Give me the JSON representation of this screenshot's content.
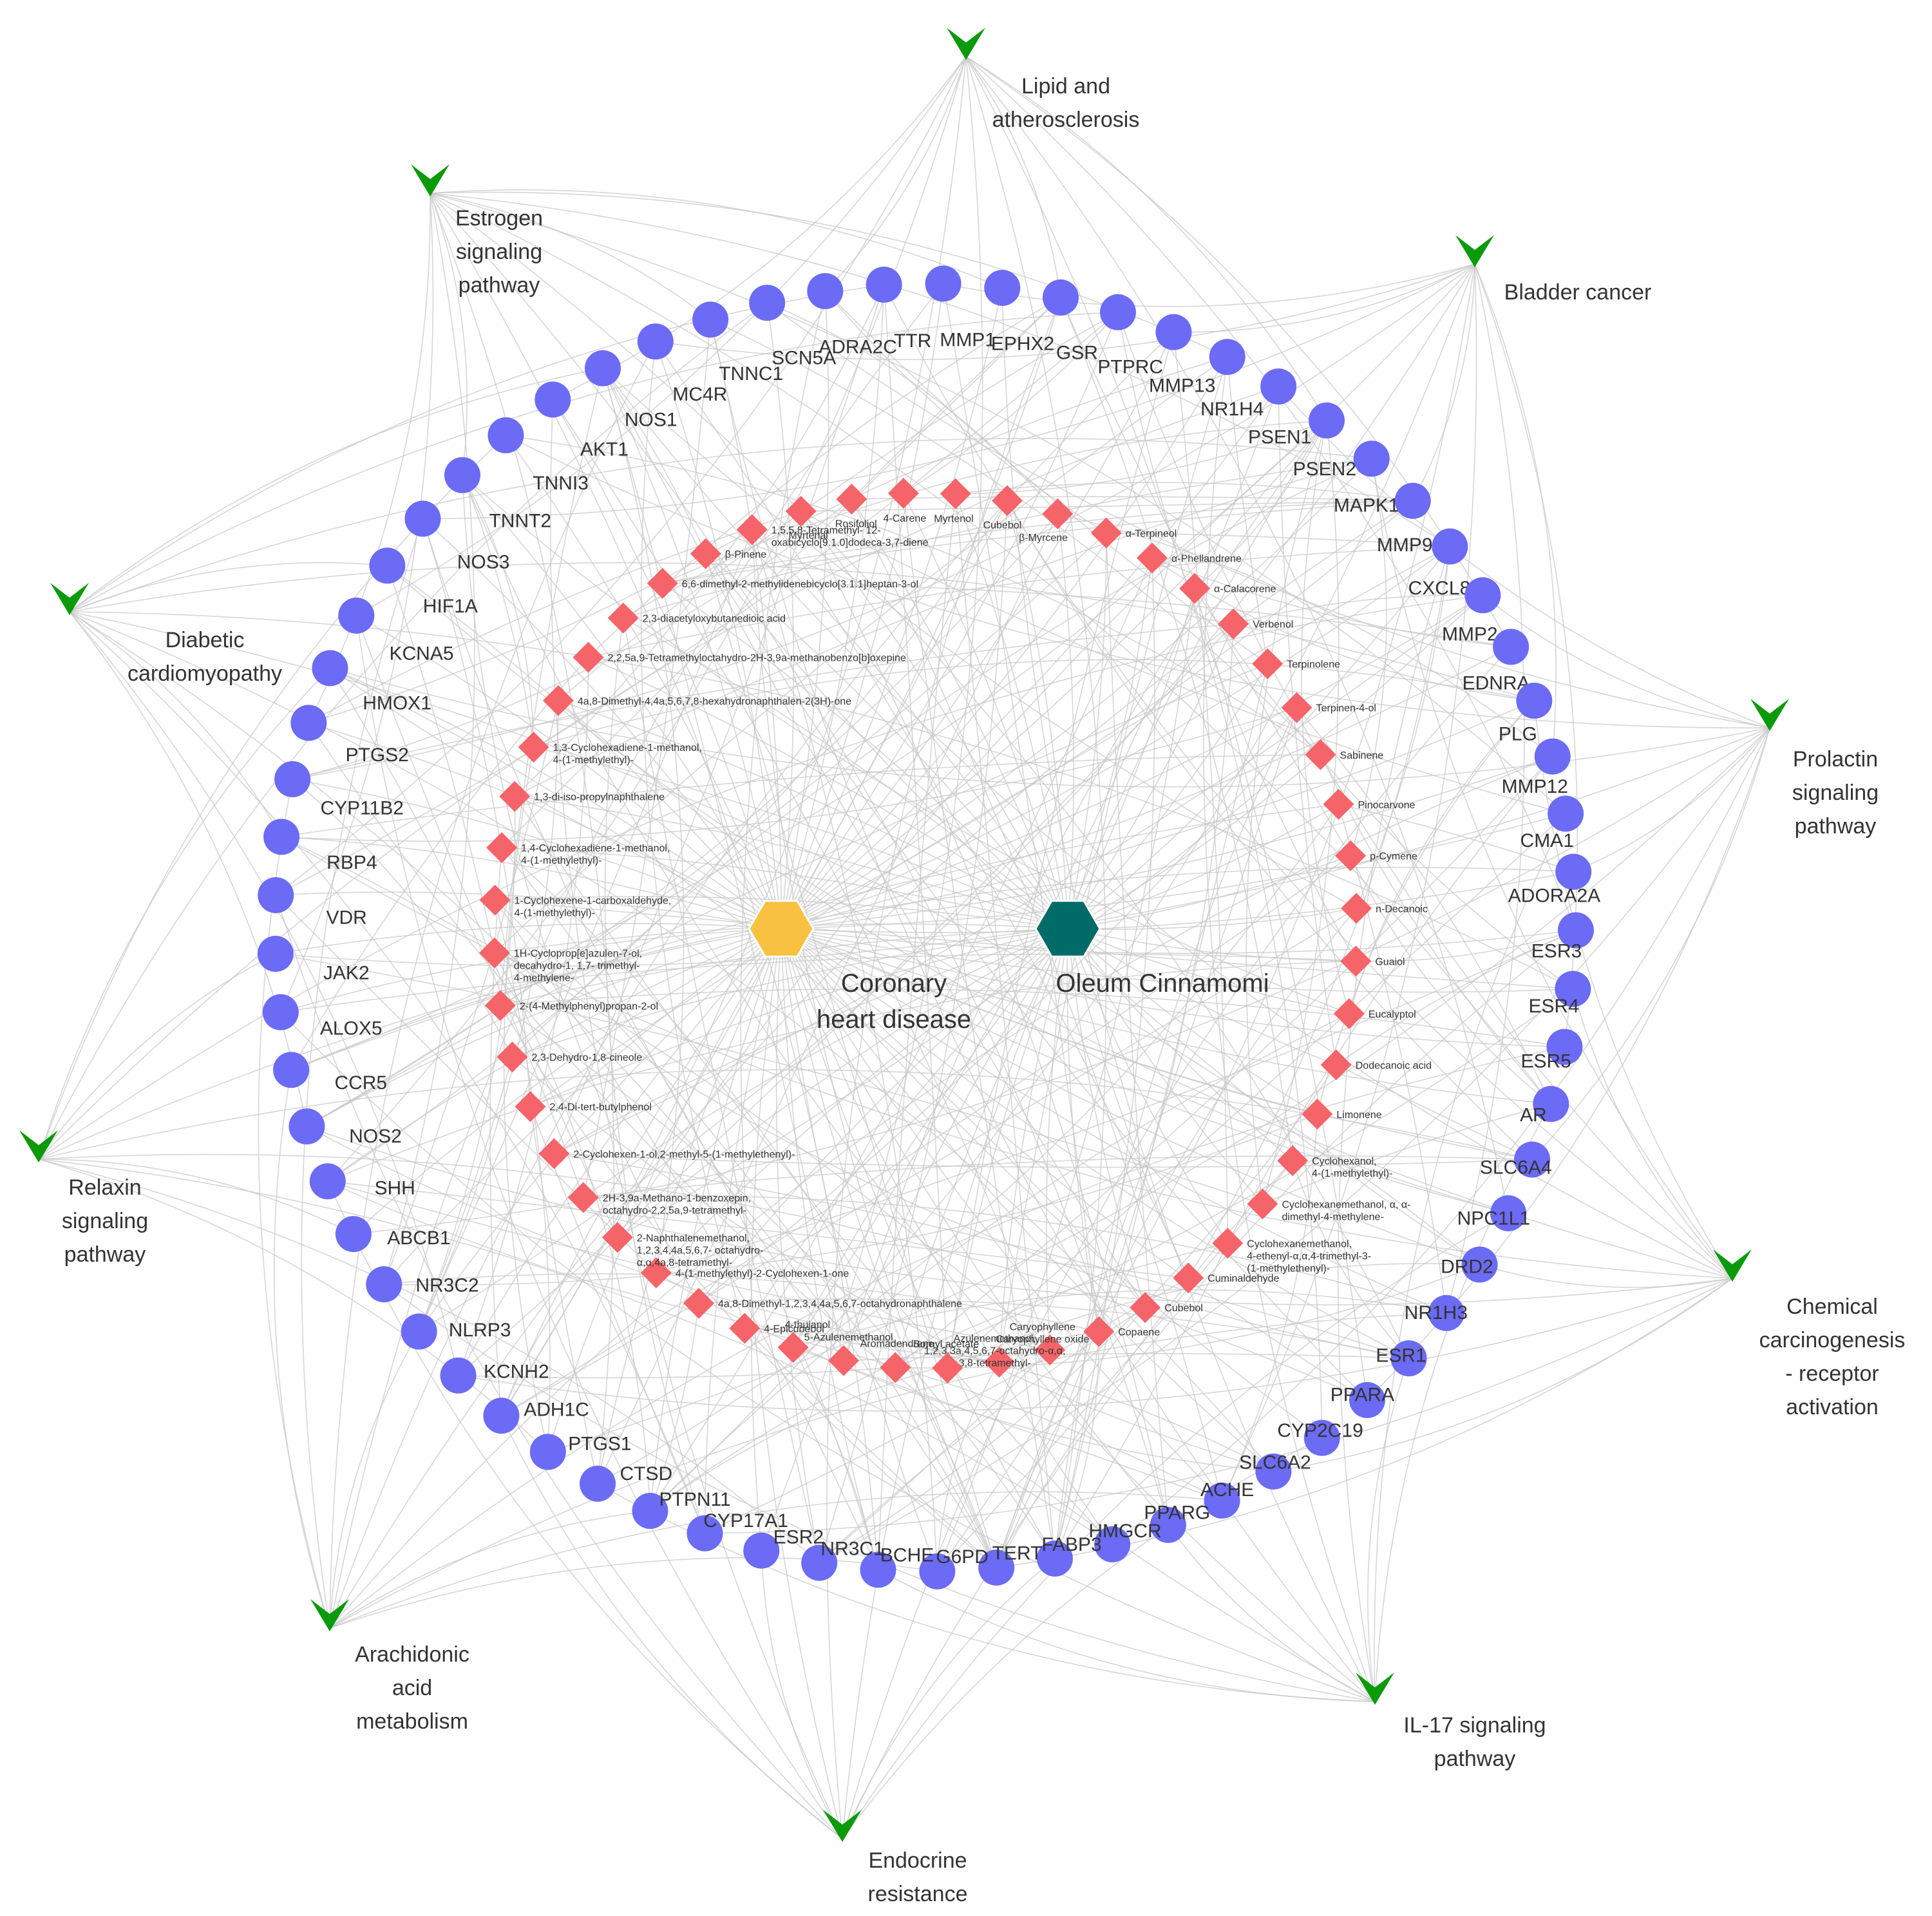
{
  "colors": {
    "pathway": "#0a9a0a",
    "target": "#6b6bf5",
    "compound": "#f56469",
    "disease": "#f8c141",
    "herb": "#006b67",
    "edge": "#c8c8c8"
  },
  "hubs": [
    {
      "id": "disease",
      "label": [
        "Coronary",
        "heart disease"
      ]
    },
    {
      "id": "herb",
      "label": [
        "Oleum Cinnamomi"
      ]
    }
  ],
  "pathways": [
    {
      "label": [
        "Lipid and",
        "atherosclerosis"
      ]
    },
    {
      "label": [
        "Bladder cancer"
      ]
    },
    {
      "label": [
        "Prolactin",
        "signaling",
        "pathway"
      ]
    },
    {
      "label": [
        "Chemical",
        "carcinogenesis",
        "- receptor",
        "activation"
      ]
    },
    {
      "label": [
        "IL-17 signaling",
        "pathway"
      ]
    },
    {
      "label": [
        "Endocrine",
        "resistance"
      ]
    },
    {
      "label": [
        "Arachidonic",
        "acid",
        "metabolism"
      ]
    },
    {
      "label": [
        "Relaxin",
        "signaling",
        "pathway"
      ]
    },
    {
      "label": [
        "Diabetic",
        "cardiomyopathy"
      ]
    },
    {
      "label": [
        "Estrogen",
        "signaling",
        "pathway"
      ]
    }
  ],
  "targets": [
    "GSR",
    "PTPRC",
    "MMP13",
    "NR1H4",
    "PSEN1",
    "PSEN2",
    "MAPK1",
    "MMP9",
    "CXCL8",
    "MMP2",
    "EDNRA",
    "PLG",
    "MMP12",
    "CMA1",
    "ADORA2A",
    "ESR3",
    "ESR4",
    "ESR5",
    "AR",
    "SLC6A4",
    "NPC1L1",
    "DRD2",
    "NR1H3",
    "ESR1",
    "PPARA",
    "CYP2C19",
    "SLC6A2",
    "ACHE",
    "PPARG",
    "HMGCR",
    "FABP3",
    "TERT",
    "G6PD",
    "BCHE",
    "NR3C1",
    "ESR2",
    "CYP17A1",
    "PTPN11",
    "CTSD",
    "PTGS1",
    "ADH1C",
    "KCNH2",
    "NLRP3",
    "NR3C2",
    "ABCB1",
    "SHH",
    "NOS2",
    "CCR5",
    "ALOX5",
    "JAK2",
    "VDR",
    "RBP4",
    "CYP11B2",
    "PTGS2",
    "HMOX1",
    "KCNA5",
    "HIF1A",
    "NOS3",
    "TNNT2",
    "TNNI3",
    "AKT1",
    "NOS1",
    "MC4R",
    "TNNC1",
    "SCN5A",
    "ADRA2C",
    "TTR",
    "MMP1",
    "EPHX2"
  ],
  "compounds": [
    [
      "Myrtenol"
    ],
    [
      "Cubebol"
    ],
    [
      "β-Myrcene"
    ],
    [
      "α-Terpineol"
    ],
    [
      "α-Phellandrene"
    ],
    [
      "α-Calacorene"
    ],
    [
      "Verbenol"
    ],
    [
      "Terpinolene"
    ],
    [
      "Terpinen-4-ol"
    ],
    [
      "Sabinene"
    ],
    [
      "Pinocarvone"
    ],
    [
      "p-Cymene"
    ],
    [
      "n-Decanoic"
    ],
    [
      "Guaiol"
    ],
    [
      "Eucalyptol"
    ],
    [
      "Dodecanoic acid"
    ],
    [
      "Limonene"
    ],
    [
      "Cyclohexanol,",
      "4-(1-methylethyl)-"
    ],
    [
      "Cyclohexanemethanol, α, α-",
      "dimethyl-4-methylene-"
    ],
    [
      "Cyclohexanemethanol,",
      "4-ethenyl-α,α,4-trimethyl-3-",
      "(1-methylethenyl)-"
    ],
    [
      "Cuminaldehyde"
    ],
    [
      "Cubebol"
    ],
    [
      "Copaene"
    ],
    [
      "Caryophyllene",
      "Caryophyllene oxide"
    ],
    [
      "Azulenemethanol,",
      "1,2,3,3a,4,5,6,7-octahydro-α,α,",
      "3,8-tetramethyl-"
    ],
    [
      "Bornyl acetate"
    ],
    [
      "Aromadendrene"
    ],
    [
      "5-Azulenemethanol"
    ],
    [
      "4-thujanol"
    ],
    [
      "4-Epicubebol"
    ],
    [
      "4a,8-Dimethyl-1,2,3,4,4a,5,6,7-octahydronaphthalene"
    ],
    [
      "4-(1-methylethyl)-2-Cyclohexen-1-one"
    ],
    [
      "2-Naphthalenemethanol,",
      "1,2,3,4,4a,5,6,7- octahydro-",
      "α,α,4a,8-tetramethyl-"
    ],
    [
      "2H-3,9a-Methano-1-benzoxepin,",
      "octahydro-2,2,5a,9-tetramethyl-"
    ],
    [
      "2-Cyclohexen-1-ol,2-methyl-5-(1-methylethenyl)-"
    ],
    [
      "2,4-Di-tert-butylphenol"
    ],
    [
      "2,3-Dehydro-1,8-cineole"
    ],
    [
      "2-(4-Methylphenyl)propan-2-ol"
    ],
    [
      "1H-Cycloprop[e]azulen-7-ol,",
      "decahydro-1, 1,7- trimethyl-",
      "4-methylene-"
    ],
    [
      "1-Cyclohexene-1-carboxaldehyde,",
      "4-(1-methylethyl)-"
    ],
    [
      "1,4-Cyclohexadiene-1-methanol,",
      "4-(1-methylethyl)-"
    ],
    [
      "1,3-di-iso-propylnaphthalene"
    ],
    [
      "1,3-Cyclohexadiene-1-methanol,",
      "4-(1-methylethyl)-"
    ],
    [
      "4a,8-Dimethyl-4,4a,5,6,7,8-hexahydronaphthalen-2(3H)-one"
    ],
    [
      "2,2,5a,9-Tetramethyloctahydro-2H-3,9a-methanobenzo[b]oxepine"
    ],
    [
      "2,3-diacetyloxybutanedioic acid"
    ],
    [
      "6,6-dimethyl-2-methylidenebicyclo[3.1.1]heptan-3-ol"
    ],
    [
      "β-Pinene"
    ],
    [
      "1,5,5,8-Tetramethyl- 12-",
      "oxabicyclo[9.1.0]dodeca-3,7-diene"
    ],
    [
      "Myrtenal"
    ],
    [
      "Rosifoliol"
    ],
    [
      "4-Carene"
    ]
  ]
}
